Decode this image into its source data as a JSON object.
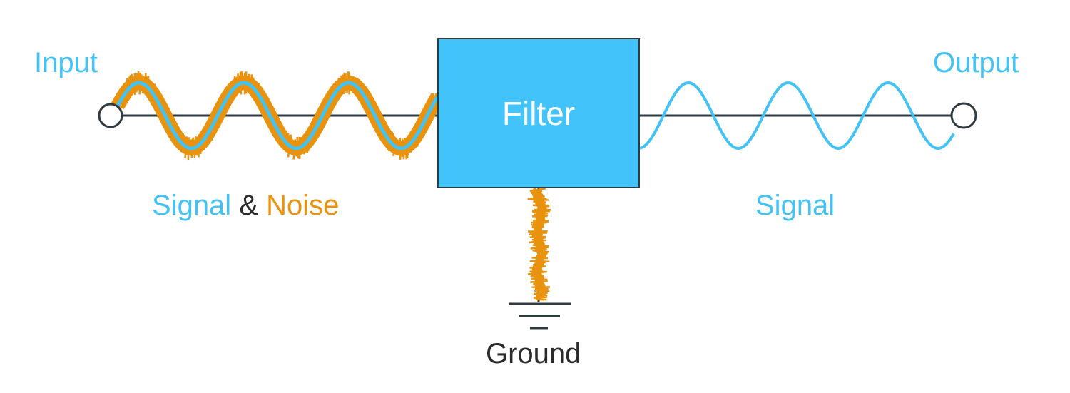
{
  "labels": {
    "input": "Input",
    "output": "Output",
    "filter": "Filter",
    "ground": "Ground",
    "signal_noise": {
      "signal": "Signal",
      "ampersand": "&",
      "noise": "Noise"
    },
    "output_signal": "Signal"
  },
  "colors": {
    "signal": "#43c3f4",
    "noise": "#e8920e",
    "filter_fill": "#42c4fb",
    "wire": "#2f3b40",
    "text_dark": "#2b2b2b"
  }
}
